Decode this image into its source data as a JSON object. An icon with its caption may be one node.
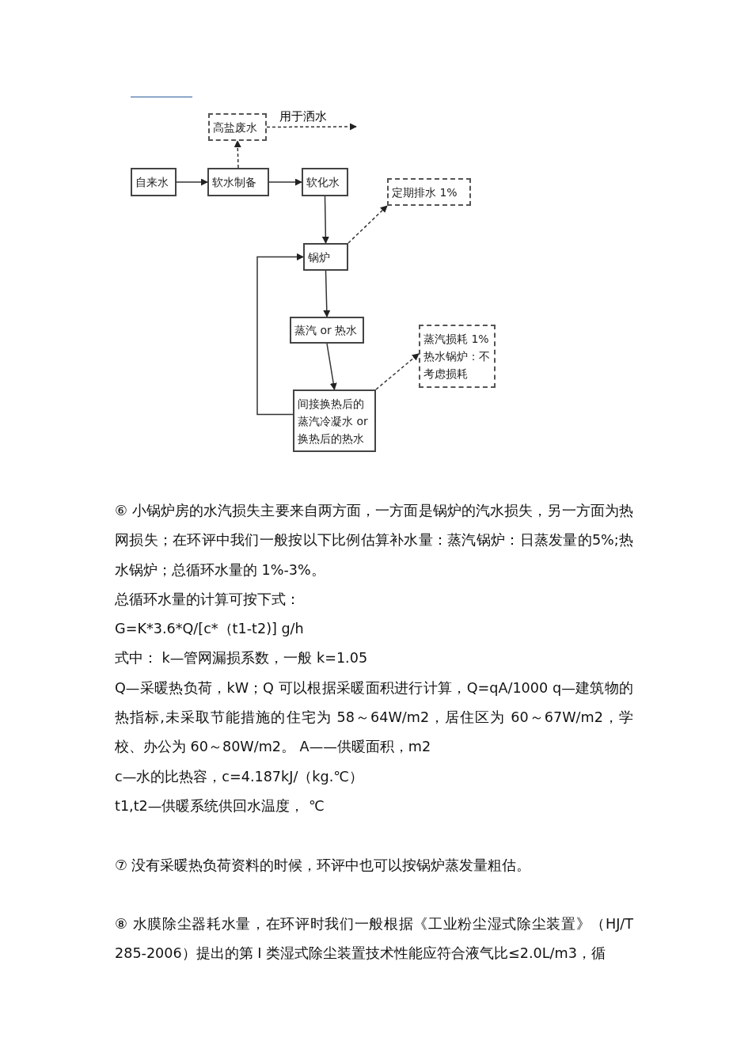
{
  "diagram": {
    "nodes": [
      {
        "text": [
          "自来水"
        ]
      },
      {
        "text": [
          "软水制备"
        ]
      },
      {
        "text": [
          "软化水"
        ]
      },
      {
        "text": [
          "高盐废水"
        ]
      },
      {
        "text": [
          "定期排水 1%"
        ]
      },
      {
        "text": [
          "锅炉"
        ]
      },
      {
        "text": [
          "蒸汽 or 热水"
        ]
      },
      {
        "text": [
          "间接换热后的蒸汽冷凝水 or 换热后的热水"
        ]
      },
      {
        "text": [
          "蒸汽损耗 1%",
          "热水锅炉：不考虑损耗"
        ]
      }
    ],
    "edges": [
      {
        "from": 0,
        "to": 1,
        "arrow": "to"
      },
      {
        "from": 1,
        "to": 2,
        "arrow": "to"
      },
      {
        "from": 1,
        "to": 3,
        "arrow": "to",
        "style": "dashed"
      },
      {
        "from": 3,
        "to": null,
        "arrow": "to",
        "style": "dashed",
        "label": "用于洒水"
      },
      {
        "from": 2,
        "to": 5,
        "arrow": "to"
      },
      {
        "from": 5,
        "to": 4,
        "arrow": "to",
        "style": "dashed"
      },
      {
        "from": 5,
        "to": 6,
        "arrow": "to"
      },
      {
        "from": 6,
        "to": 7,
        "arrow": "to"
      },
      {
        "from": 7,
        "to": 8,
        "arrow": "to",
        "style": "dashed"
      },
      {
        "from": 7,
        "to": 5,
        "arrow": "to"
      }
    ],
    "labels": [
      "⑥ 小锅炉房的水汽损失主要来自两方面，一方面是锅炉的汽水损失，另一方面为热网损失；在环评中我们一般按以下比例估算补水量：蒸汽锅炉：日蒸发量的5%;热水锅炉；总循环水量的 1%-3%。",
      "总循环水量的计算可按下式：",
      "G=K*3.6*Q/[c*（t1-t2)] g/h",
      "式中： k—管网漏损系数，一般 k=1.05",
      "Q—采暖热负荷，kW；Q 可以根据采暖面积进行计算，Q=qA/1000 q—建筑物的热指标,未采取节能措施的住宅为 58～64W/m2，居住区为 60～67W/m2，学校、办公为 60～80W/m2。 A——供暖面积，m2",
      "c—水的比热容，c=4.187kJ/（kg.℃）",
      "t1,t2—供暖系统供回水温度， ℃",
      "⑦ 没有采暖热负荷资料的时候，环评中也可以按锅炉蒸发量粗估。",
      "⑧ 水膜除尘器耗水量，在环评时我们一般根据《工业粉尘湿式除尘装置》（HJ/T 285-2006）提出的第 I 类湿式除尘装置技术性能应符合液气比≤2.0L/m3，循"
    ]
  }
}
